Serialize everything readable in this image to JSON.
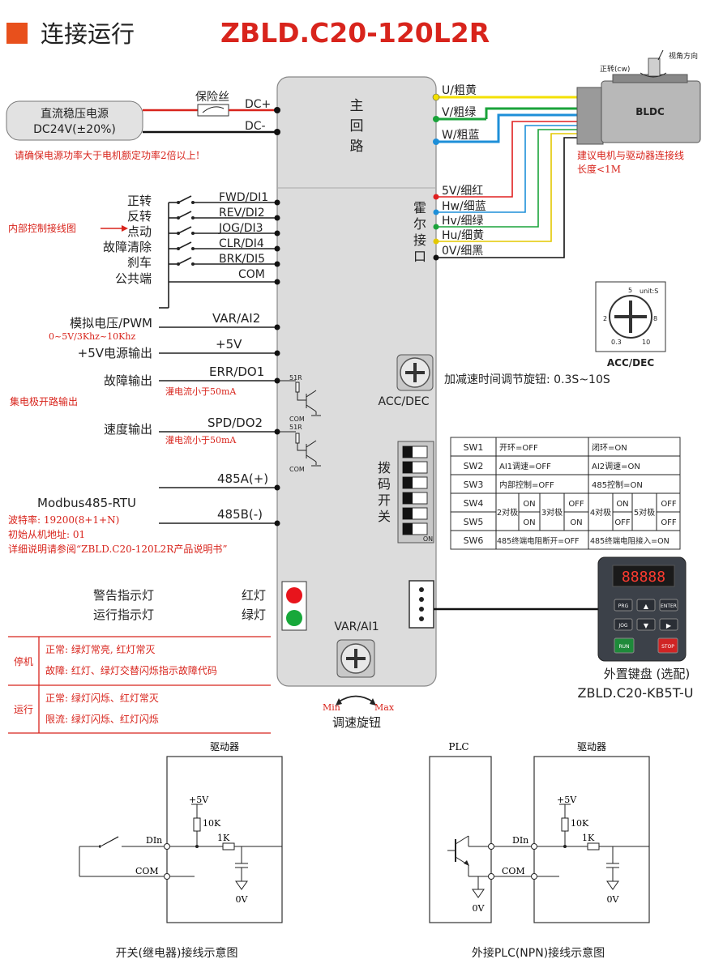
{
  "header": {
    "section_title": "连接运行",
    "model": "ZBLD.C20-120L2R"
  },
  "colors": {
    "accent_red": "#d8241c",
    "header_square": "#e8501c",
    "u_yellow": "#f3e000",
    "v_green": "#1aa33a",
    "w_blue": "#1e8fd8",
    "hall_red": "#e02020"
  },
  "power": {
    "supply_line1": "直流稳压电源",
    "supply_line2": "DC24V(±20%)",
    "fuse": "保险丝",
    "dc_plus": "DC+",
    "dc_minus": "DC-",
    "note": "请确保电源功率大于电机额定功率2倍以上!"
  },
  "driver": {
    "main_circuit": [
      "主",
      "回",
      "路"
    ],
    "hall_port": [
      "霍",
      "尔",
      "接",
      "口"
    ],
    "dip_switch": [
      "拨",
      "码",
      "开",
      "关"
    ],
    "acc_dec": "ACC/DEC",
    "var_ai1": "VAR/AI1",
    "dip_on_label": "ON"
  },
  "motor": {
    "label": "BLDC",
    "direction": "正转(cw)",
    "view": "视角方向",
    "note_line1": "建议电机与驱动器连接线",
    "note_line2": "长度<1M"
  },
  "motor_wires": [
    "U/粗黄",
    "V/粗绿",
    "W/粗蓝"
  ],
  "hall_wires": [
    "5V/细红",
    "Hw/细蓝",
    "Hv/细绿",
    "Hu/细黄",
    "0V/细黑"
  ],
  "inputs": {
    "functions": [
      "正转",
      "反转",
      "点动",
      "故障清除",
      "刹车",
      "公共端"
    ],
    "pins": [
      "FWD/DI1",
      "REV/DI2",
      "JOG/DI3",
      "CLR/DI4",
      "BRK/DI5",
      "COM"
    ],
    "note": "内部控制接线图"
  },
  "analog": {
    "label": "模拟电压/PWM",
    "pin": "VAR/AI2",
    "range": "0~5V/3Khz~10Khz",
    "power_label": "+5V电源输出",
    "power_pin": "+5V"
  },
  "outputs": {
    "fault_label": "故障输出",
    "fault_pin": "ERR/DO1",
    "speed_label": "速度输出",
    "speed_pin": "SPD/DO2",
    "sink_note": "灌电流小于50mA",
    "oc_note": "集电极开路输出",
    "resistor": "51R",
    "com": "COM"
  },
  "modbus": {
    "pin_a": "485A(+)",
    "pin_b": "485B(-)",
    "label": "Modbus485-RTU",
    "baud": "波特率: 19200(8+1+N)",
    "address": "初始从机地址: 01",
    "manual": "详细说明请参阅“ZBLD.C20-120L2R产品说明书”"
  },
  "knob": {
    "unit": "unit:S",
    "ticks": [
      "5",
      "2",
      "8",
      "0.3",
      "10"
    ],
    "label": "ACC/DEC",
    "desc": "加减速时间调节旋钮: 0.3S~10S"
  },
  "switch_table": {
    "rows": [
      {
        "sw": "SW1",
        "a": "开环=OFF",
        "b": "闭环=ON"
      },
      {
        "sw": "SW2",
        "a": "AI1调速=OFF",
        "b": "AI2调速=ON"
      },
      {
        "sw": "SW3",
        "a": "内部控制=OFF",
        "b": "485控制=ON"
      },
      {
        "sw": "SW4",
        "a": "",
        "b": ""
      },
      {
        "sw": "SW5",
        "a": "",
        "b": ""
      },
      {
        "sw": "SW6",
        "a": "485终端电阻断开=OFF",
        "b": "485终端电阻接入=ON"
      }
    ],
    "poles": [
      "2对极",
      "3对极",
      "4对极",
      "5对极"
    ],
    "sw4_values": [
      "ON",
      "OFF",
      "ON",
      "OFF"
    ],
    "sw5_values": [
      "ON",
      "ON",
      "OFF",
      "OFF"
    ]
  },
  "indicators": {
    "warning": "警告指示灯",
    "running": "运行指示灯",
    "red": "红灯",
    "green": "绿灯"
  },
  "keypad": {
    "display": "88888",
    "keys": [
      "PRG",
      "▲",
      "ENTER",
      "JOG",
      "▼",
      "▶",
      "RUN",
      "STOP"
    ],
    "label": "外置键盘 (选配)",
    "model": "ZBLD.C20-KB5T-U"
  },
  "status_table": {
    "stop": "停机",
    "run": "运行",
    "stop_normal": "正常: 绿灯常亮, 红灯常灭",
    "stop_fault": "故障: 红灯、绿灯交替闪烁指示故障代码",
    "run_normal": "正常: 绿灯闪烁、红灯常灭",
    "run_limit": "限流: 绿灯闪烁、红灯闪烁"
  },
  "speed_knob": {
    "min": "Min",
    "max": "Max",
    "label": "调速旋钮"
  },
  "circuit_left": {
    "title": "驱动器",
    "v5": "+5V",
    "r10k": "10K",
    "r1k": "1K",
    "din": "DIn",
    "com": "COM",
    "gnd": "0V",
    "caption": "开关(继电器)接线示意图"
  },
  "circuit_right": {
    "plc": "PLC",
    "title": "驱动器",
    "v5": "+5V",
    "r10k": "10K",
    "r1k": "1K",
    "din": "DIn",
    "com": "COM",
    "gnd": "0V",
    "gnd_plc": "0V",
    "caption": "外接PLC(NPN)接线示意图"
  }
}
